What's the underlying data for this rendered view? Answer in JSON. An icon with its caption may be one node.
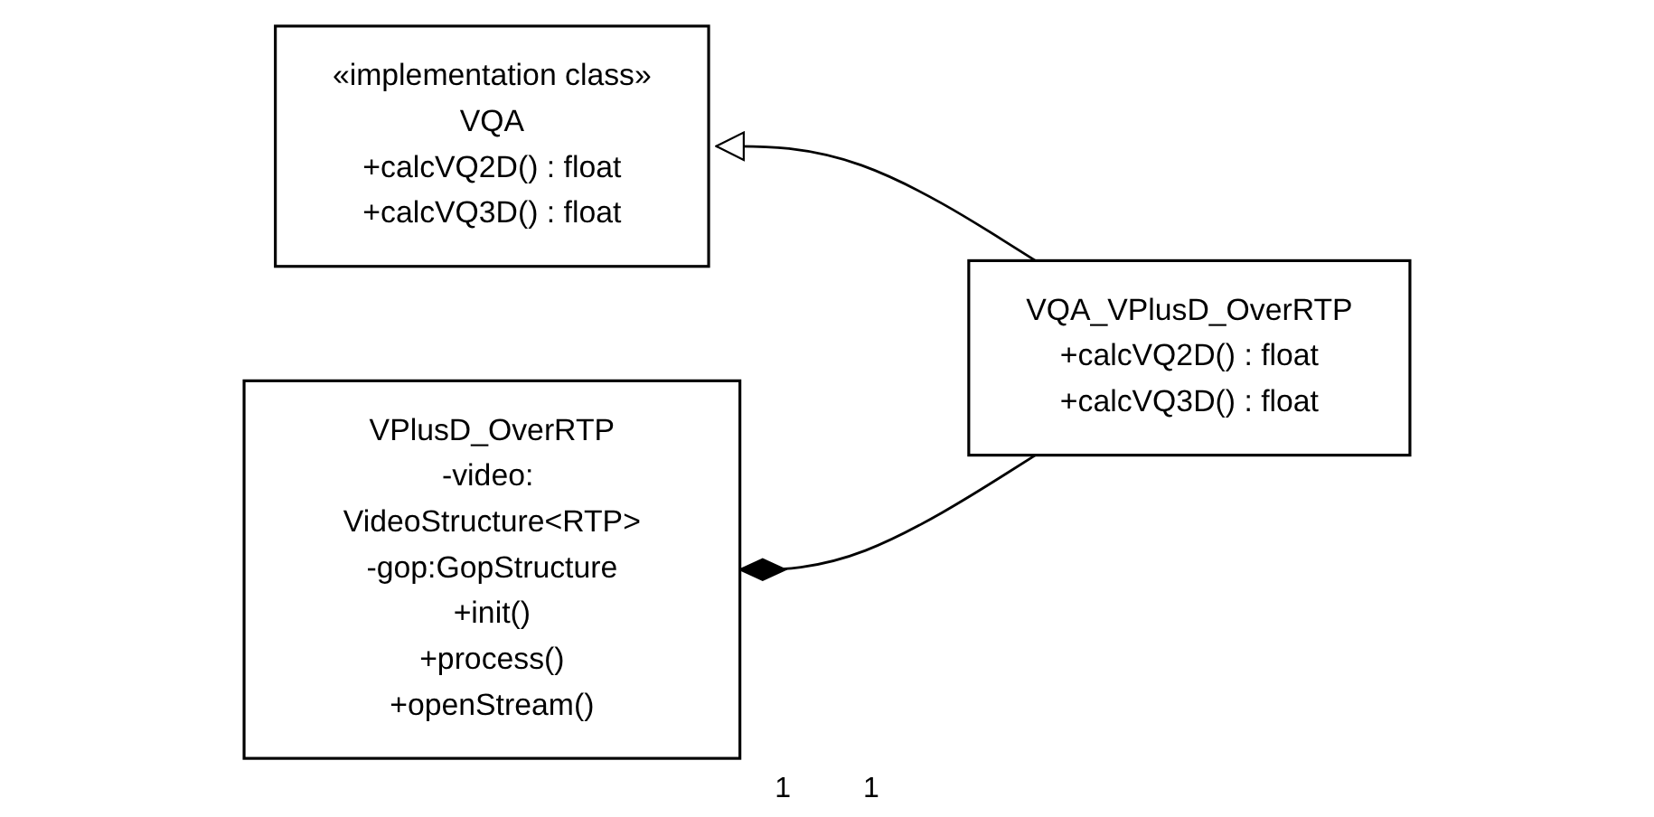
{
  "diagram": {
    "nodes": [
      {
        "text": [
          "«implementation class»",
          "VQA",
          "+calcVQ2D() : float",
          "+calcVQ3D() : float"
        ]
      },
      {
        "text": [
          "VPlusD_OverRTP",
          "-video: VideoStructure<RTP>",
          "-gop:GopStructure",
          "+init()",
          "+process()",
          "+openStream()"
        ]
      },
      {
        "text": [
          "VQA_VPlusD_OverRTP",
          "+calcVQ2D() : float",
          "+calcVQ3D() : float"
        ]
      }
    ],
    "edges": [
      {
        "from": 2,
        "to": 0,
        "arrow": "to"
      },
      {
        "from": 2,
        "to": 1,
        "arrow": "other"
      }
    ],
    "labels": [
      "1",
      "1"
    ]
  }
}
